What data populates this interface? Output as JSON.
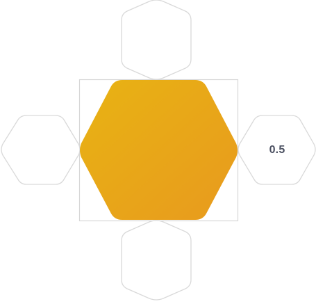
{
  "colors": {
    "main_gradient_start": "#E8B313",
    "main_gradient_end": "#E89A1E",
    "outline_hex": "#D9D9D9",
    "bounding_box": "#D6D6D6",
    "label_text": "#4A4F60"
  },
  "shapes": {
    "main": {
      "name": "main-hexagon"
    },
    "neighbors": [
      {
        "name": "top-hexagon",
        "label": ""
      },
      {
        "name": "left-hexagon",
        "label": ""
      },
      {
        "name": "right-hexagon",
        "label": "0.5"
      },
      {
        "name": "bottom-hexagon",
        "label": ""
      }
    ]
  }
}
